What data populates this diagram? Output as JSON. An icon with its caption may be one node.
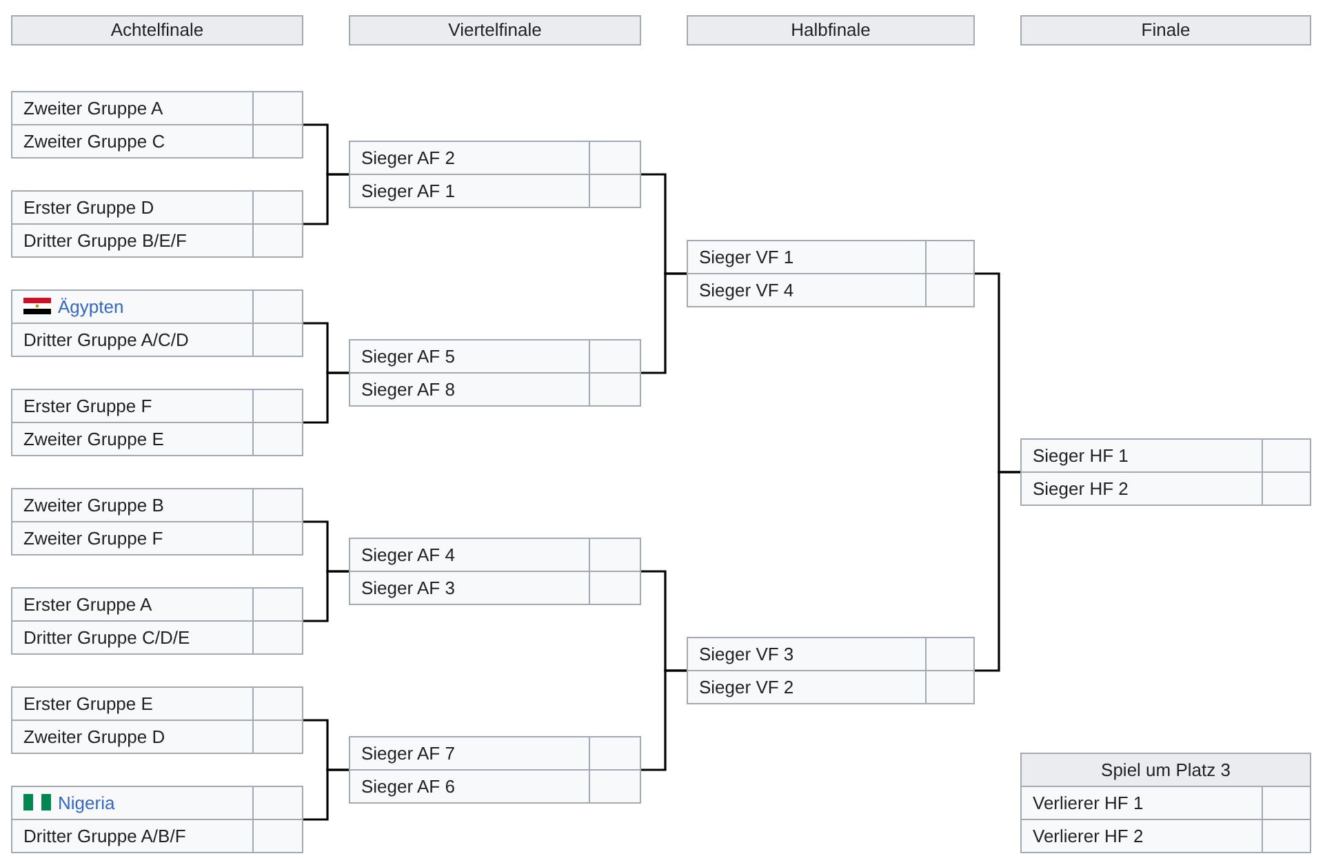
{
  "diagram": {
    "nodes": [
      {
        "text": [
          "Achtelfinale"
        ]
      },
      {
        "text": [
          "Viertelfinale"
        ]
      },
      {
        "text": [
          "Halbfinale"
        ]
      },
      {
        "text": [
          "Finale"
        ]
      },
      {
        "text": [
          "Zweiter Gruppe A",
          "Zweiter Gruppe C"
        ]
      },
      {
        "text": [
          "Erster Gruppe D",
          "Dritter Gruppe B/E/F"
        ]
      },
      {
        "text": [
          "Ägypten",
          "Dritter Gruppe A/C/D"
        ]
      },
      {
        "text": [
          "Erster Gruppe F",
          "Zweiter Gruppe E"
        ]
      },
      {
        "text": [
          "Zweiter Gruppe B",
          "Zweiter Gruppe F"
        ]
      },
      {
        "text": [
          "Erster Gruppe A",
          "Dritter Gruppe C/D/E"
        ]
      },
      {
        "text": [
          "Erster Gruppe E",
          "Zweiter Gruppe D"
        ]
      },
      {
        "text": [
          "Nigeria",
          "Dritter Gruppe A/B/F"
        ]
      },
      {
        "text": [
          "Sieger AF 2",
          "Sieger AF 1"
        ]
      },
      {
        "text": [
          "Sieger AF 5",
          "Sieger AF 8"
        ]
      },
      {
        "text": [
          "Sieger AF 4",
          "Sieger AF 3"
        ]
      },
      {
        "text": [
          "Sieger AF 7",
          "Sieger AF 6"
        ]
      },
      {
        "text": [
          "Sieger VF 1",
          "Sieger VF 4"
        ]
      },
      {
        "text": [
          "Sieger VF 3",
          "Sieger VF 2"
        ]
      },
      {
        "text": [
          "Sieger HF 1",
          "Sieger HF 2"
        ]
      },
      {
        "text": [
          "Spiel um Platz 3",
          "Verlierer HF 1",
          "Verlierer HF 2"
        ]
      }
    ],
    "edges": [
      {
        "from": 4,
        "to": 12,
        "arrow": "none"
      },
      {
        "from": 5,
        "to": 12,
        "arrow": "none"
      },
      {
        "from": 6,
        "to": 13,
        "arrow": "none"
      },
      {
        "from": 7,
        "to": 13,
        "arrow": "none"
      },
      {
        "from": 8,
        "to": 14,
        "arrow": "none"
      },
      {
        "from": 9,
        "to": 14,
        "arrow": "none"
      },
      {
        "from": 10,
        "to": 15,
        "arrow": "none"
      },
      {
        "from": 11,
        "to": 15,
        "arrow": "none"
      },
      {
        "from": 12,
        "to": 16,
        "arrow": "none"
      },
      {
        "from": 13,
        "to": 16,
        "arrow": "none"
      },
      {
        "from": 14,
        "to": 17,
        "arrow": "none"
      },
      {
        "from": 15,
        "to": 17,
        "arrow": "none"
      },
      {
        "from": 16,
        "to": 18,
        "arrow": "none"
      },
      {
        "from": 17,
        "to": 18,
        "arrow": "none"
      }
    ]
  }
}
